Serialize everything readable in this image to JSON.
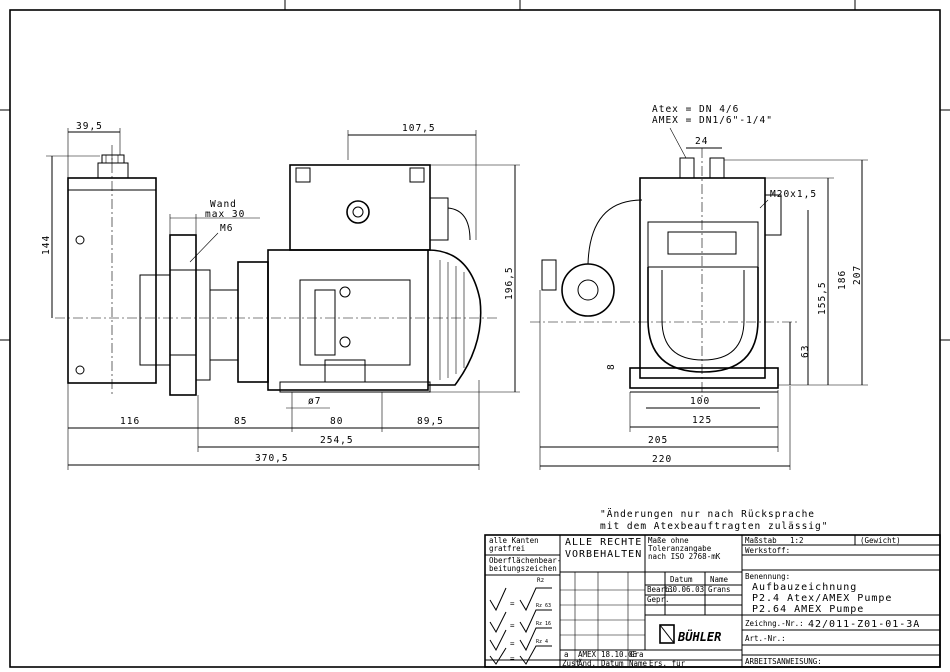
{
  "dimensions": {
    "d39_5": "39,5",
    "d107_5": "107,5",
    "d144": "144",
    "d196_5": "196,5",
    "wand": "Wand",
    "wand_max": "max 30",
    "m6": "M6",
    "d116": "116",
    "d85": "85",
    "d80": "80",
    "d89_5": "89,5",
    "d254_5": "254,5",
    "d370_5": "370,5",
    "d7": "ø7",
    "atex_dn": "Atex = DN 4/6",
    "amex_dn": "AMEX = DN1/6\"-1/4\"",
    "d24": "24",
    "m20": "M20x1,5",
    "d155_5": "155,5",
    "d186": "186",
    "d207": "207",
    "d63": "63",
    "d8": "8",
    "d100": "100",
    "d125": "125",
    "d205": "205",
    "d220": "220"
  },
  "note": {
    "line1": "\"Änderungen nur nach Rücksprache",
    "line2": "mit dem Atexbeauftragten zulässig\""
  },
  "title_block": {
    "edges_label1": "alle Kanten",
    "edges_label2": "gratfrei",
    "rights1": "ALLE RECHTE",
    "rights2": "VORBEHALTEN",
    "tol1": "Maße ohne",
    "tol2": "Toleranzangabe",
    "tol3": "nach ISO 2768-mK",
    "massstab_label": "Maßstab",
    "massstab_value": "1:2",
    "gewicht": "(Gewicht)",
    "surface1": "Oberflächenbear-",
    "surface2": "beitungszeichen",
    "werkstoff": "Werkstoff:",
    "datum_h": "Datum",
    "name_h": "Name",
    "bearb": "Bearb.",
    "bearb_date": "30.06.03",
    "bearb_name": "Grans",
    "gepr": "Gepr.",
    "benennung": "Benennung:",
    "title1": "Aufbauzeichnung",
    "title2": "P2.4 Atex/AMEX Pumpe",
    "title3": "P2.64 AMEX Pumpe",
    "zeichnr_label": "Zeichng.-Nr.:",
    "zeichnr": "42/011-Z01-01-3A",
    "artnr_label": "Art.-Nr.:",
    "arbeits": "ARBEITSANWEISUNG:",
    "rev_a": "a",
    "rev_amex": "AMEX",
    "rev_date": "18.10.05",
    "rev_name": "Gra",
    "zust": "Zust.",
    "aend": "Änd.",
    "datum": "Datum",
    "name": "Name",
    "ers_fuer": "Ers. für",
    "logo": "BÜHLER",
    "rz1": "Rz 63",
    "rz2": "Rz 16",
    "rz3": "Rz 4",
    "rz_top": "Rz"
  }
}
